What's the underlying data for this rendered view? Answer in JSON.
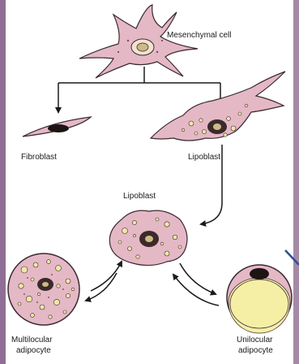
{
  "labels": {
    "mesenchymal": "Mesenchymal cell",
    "fibroblast": "Fibroblast",
    "lipoblast_top": "Lipoblast",
    "lipoblast_center": "Lipoblast",
    "multilocular_line1": "Multilocular",
    "multilocular_line2": "adipocyte",
    "unilocular_line1": "Unilocular",
    "unilocular_line2": "adipocyte"
  },
  "colors": {
    "page_edge": "#8f6f96",
    "cytoplasm": "#e5b8c6",
    "cell_outline": "#3a2a30",
    "nucleus": "#3b2a2a",
    "nucleolus": "#cdb98a",
    "lipid_droplet": "#efe7a6",
    "large_lipid": "#f5efa6",
    "arrow": "#1a1a1a",
    "accent_line": "#2f4f8f"
  }
}
